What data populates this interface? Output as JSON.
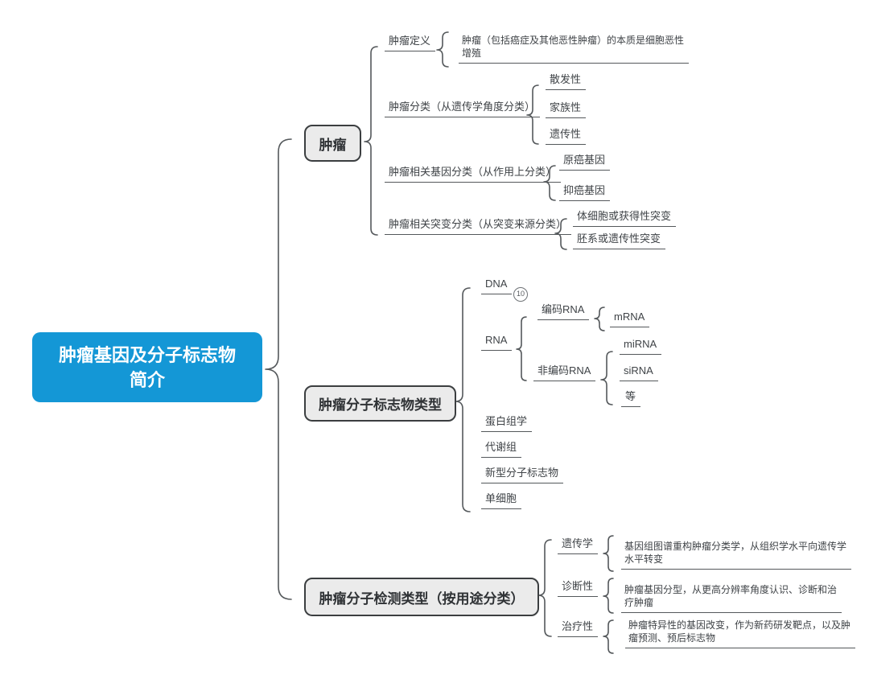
{
  "theme": {
    "accent_blue": "#1497d6",
    "node_fill": "#ebebeb",
    "node_border": "#3b3e40",
    "line_color": "#54585b",
    "text_color": "#3f4347"
  },
  "root": {
    "label": "肿瘤基因及分子标志物\n简介"
  },
  "branches": [
    {
      "label": "肿瘤",
      "children": [
        {
          "label": "肿瘤定义",
          "children": [
            {
              "label": "肿瘤（包括癌症及其他恶性肿瘤）的本质是细胞恶性\n增殖"
            }
          ]
        },
        {
          "label": "肿瘤分类（从遗传学角度分类）",
          "children": [
            {
              "label": "散发性"
            },
            {
              "label": "家族性"
            },
            {
              "label": "遗传性"
            }
          ]
        },
        {
          "label": "肿瘤相关基因分类（从作用上分类）",
          "children": [
            {
              "label": "原癌基因"
            },
            {
              "label": "抑癌基因"
            }
          ]
        },
        {
          "label": "肿瘤相关突变分类（从突变来源分类）",
          "children": [
            {
              "label": "体细胞或获得性突变"
            },
            {
              "label": "胚系或遗传性突变"
            }
          ]
        }
      ]
    },
    {
      "label": "肿瘤分子标志物类型",
      "children": [
        {
          "label": "DNA",
          "badge": "10"
        },
        {
          "label": "RNA",
          "children": [
            {
              "label": "编码RNA",
              "children": [
                {
                  "label": "mRNA"
                }
              ]
            },
            {
              "label": "非编码RNA",
              "children": [
                {
                  "label": "miRNA"
                },
                {
                  "label": "siRNA"
                },
                {
                  "label": "等"
                }
              ]
            }
          ]
        },
        {
          "label": "蛋白组学"
        },
        {
          "label": "代谢组"
        },
        {
          "label": "新型分子标志物"
        },
        {
          "label": "单细胞"
        }
      ]
    },
    {
      "label": "肿瘤分子检测类型（按用途分类）",
      "children": [
        {
          "label": "遗传学",
          "children": [
            {
              "label": "基因组图谱重构肿瘤分类学，从组织学水平向遗传学\n水平转变"
            }
          ]
        },
        {
          "label": "诊断性",
          "children": [
            {
              "label": "肿瘤基因分型，从更高分辨率角度认识、诊断和治\n疗肿瘤"
            }
          ]
        },
        {
          "label": "治疗性",
          "children": [
            {
              "label": "肿瘤特异性的基因改变，作为新药研发靶点，以及肿\n瘤预测、预后标志物"
            }
          ]
        }
      ]
    }
  ]
}
